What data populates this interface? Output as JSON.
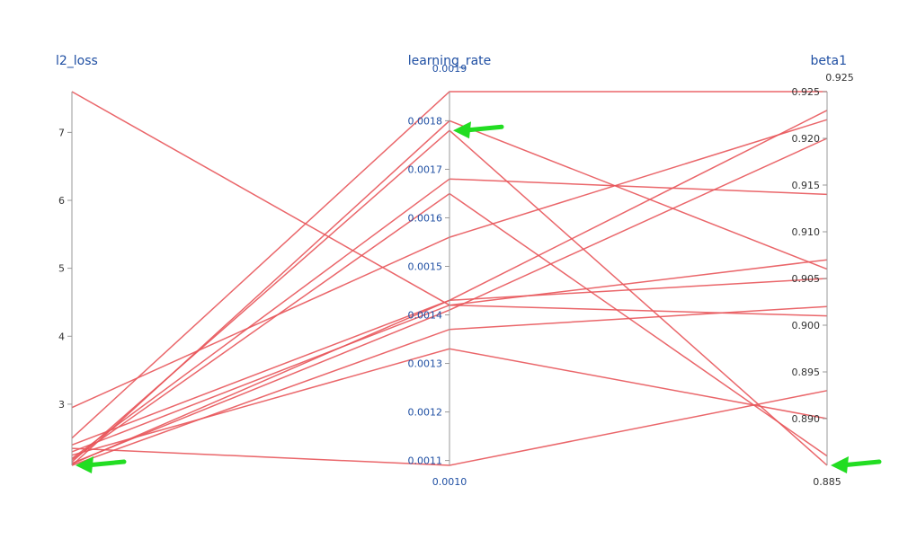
{
  "chart_data": {
    "type": "parallel_coordinates",
    "axes": [
      {
        "name": "l2_loss",
        "range": [
          2.1,
          7.6
        ],
        "ticks": [
          3,
          4,
          5,
          6,
          7
        ],
        "tick_labels": [
          "3",
          "4",
          "5",
          "6",
          "7"
        ],
        "label_color": "dark"
      },
      {
        "name": "learning_rate",
        "range": [
          0.00109,
          0.00186
        ],
        "ticks": [
          0.0011,
          0.0012,
          0.0013,
          0.0014,
          0.0015,
          0.0016,
          0.0017,
          0.0018
        ],
        "tick_labels": [
          "0.0011",
          "0.0012",
          "0.0013",
          "0.0014",
          "0.0015",
          "0.0016",
          "0.0017",
          "0.0018"
        ],
        "min_label": "0.0010",
        "max_label": "0.0019",
        "label_color": "blue"
      },
      {
        "name": "beta1",
        "range": [
          0.885,
          0.925
        ],
        "ticks": [
          0.89,
          0.895,
          0.9,
          0.905,
          0.91,
          0.915,
          0.92,
          0.925
        ],
        "tick_labels": [
          "0.890",
          "0.895",
          "0.900",
          "0.905",
          "0.910",
          "0.915",
          "0.920",
          "0.925"
        ],
        "min_label": "0.885",
        "max_label": "0.925",
        "label_color": "dark"
      }
    ],
    "series": [
      {
        "values": [
          7.6,
          0.00142,
          0.901
        ]
      },
      {
        "values": [
          2.95,
          0.00156,
          0.922
        ]
      },
      {
        "values": [
          2.5,
          0.00186,
          0.925
        ]
      },
      {
        "values": [
          2.4,
          0.00143,
          0.923
        ]
      },
      {
        "values": [
          2.35,
          0.00109,
          0.893
        ]
      },
      {
        "values": [
          2.3,
          0.00142,
          0.907
        ]
      },
      {
        "values": [
          2.25,
          0.00133,
          0.89
        ]
      },
      {
        "values": [
          2.2,
          0.00168,
          0.914
        ]
      },
      {
        "values": [
          2.18,
          0.00165,
          0.886
        ]
      },
      {
        "values": [
          2.15,
          0.00178,
          0.885
        ]
      },
      {
        "values": [
          2.12,
          0.00143,
          0.905
        ]
      },
      {
        "values": [
          2.1,
          0.00137,
          0.902
        ]
      },
      {
        "values": [
          2.13,
          0.00141,
          0.92
        ]
      },
      {
        "values": [
          2.1,
          0.0018,
          0.906
        ]
      }
    ],
    "line_color": "#e8555a",
    "axis_color": "#999999",
    "title_color": "#1f4fa3",
    "arrow_color": "#22dd22",
    "annotations": [
      {
        "type": "arrow",
        "axis": "l2_loss",
        "value": 2.1
      },
      {
        "type": "arrow",
        "axis": "learning_rate",
        "value": 0.00178
      },
      {
        "type": "arrow",
        "axis": "beta1",
        "value": 0.885
      }
    ]
  }
}
